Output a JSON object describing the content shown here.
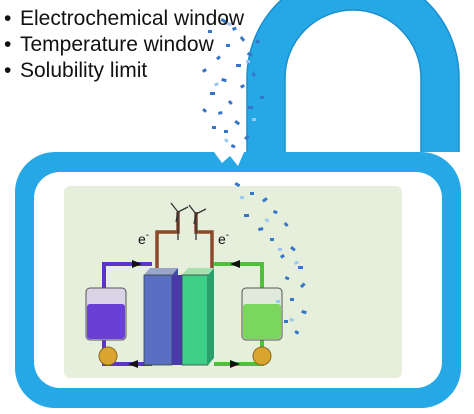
{
  "bullets": [
    "Electrochemical window",
    "Temperature window",
    "Solubility limit"
  ],
  "electron_label_left": "e",
  "electron_label_right": "e",
  "electron_sup": "-",
  "colors": {
    "lock_blue": "#27a8e6",
    "lock_inner": "#ffffff",
    "cell_bg": "#e6efdb",
    "anolyte": "#6a3fd6",
    "catholyte": "#7bd65c",
    "wire": "#8b4a2b",
    "pump": "#d9a52e"
  }
}
